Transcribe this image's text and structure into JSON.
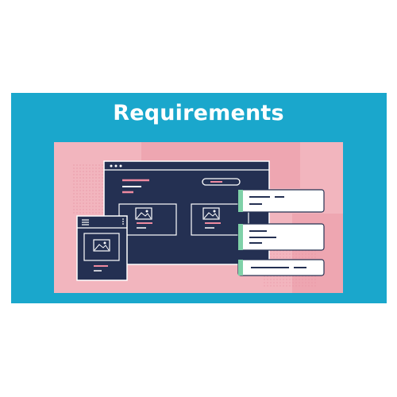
{
  "banner": {
    "title": "Requirements",
    "colors": {
      "background": "#1aa7cc",
      "panel": "#f2b5be",
      "panel_dark": "#ec9fac",
      "window": "#243052",
      "accent": "#ef8aa0",
      "card_tab": "#7fd1a8",
      "card_bg": "#ffffff"
    }
  },
  "illustration": {
    "browser_window": {
      "icons": [
        "image-icon",
        "image-icon"
      ]
    },
    "mobile_window": {
      "icons": [
        "menu-icon",
        "image-icon"
      ]
    },
    "requirement_cards": [
      "card-1",
      "card-2",
      "card-3"
    ]
  }
}
